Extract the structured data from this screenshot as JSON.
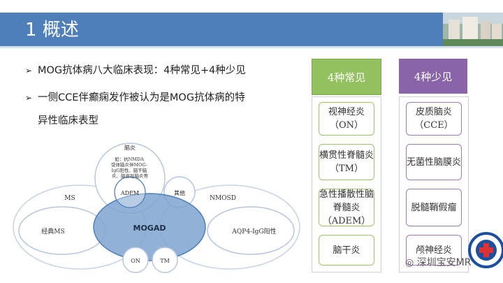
{
  "header": {
    "title": "1 概述"
  },
  "bullets": {
    "b1": "MOG抗体病八大临床表现：4种常见+4种少见",
    "b2_line1": "一侧CCE伴癫痫发作被认为是MOG抗体病的特",
    "b2_line2": "异性临床表型",
    "arrow": "➢"
  },
  "diagram": {
    "brain_title": "脑炎",
    "brain_note": "如：抗NMDA受体脑炎伴MOG-IgG阳性、脑干脑炎、脑皮层脑炎等",
    "ms_label": "MS",
    "classic_ms": "经典MS",
    "nmosd_label": "NMOSD",
    "aqp4": "AQP4-IgG阳性",
    "mogad": "MOGAD",
    "adem": "ADEM",
    "other": "其他",
    "on": "ON",
    "tm": "TM"
  },
  "common": {
    "header": "4种常见",
    "items": [
      "视神经炎（ON）",
      "横贯性脊髓炎（TM）",
      "急性播散性脑脊髓炎（ADEM）",
      "脑干炎"
    ]
  },
  "rare": {
    "header": "4种少见",
    "items": [
      "皮质脑炎（CCE）",
      "无菌性脑膜炎",
      "脱髓鞘假瘤",
      "颅神经炎"
    ]
  },
  "watermark": "深圳宝安MR",
  "colors": {
    "header_blue": "#4f7fb8",
    "green": "#94c15f",
    "purple": "#8a64a8",
    "mogad_fill": "#7fa3cf"
  }
}
